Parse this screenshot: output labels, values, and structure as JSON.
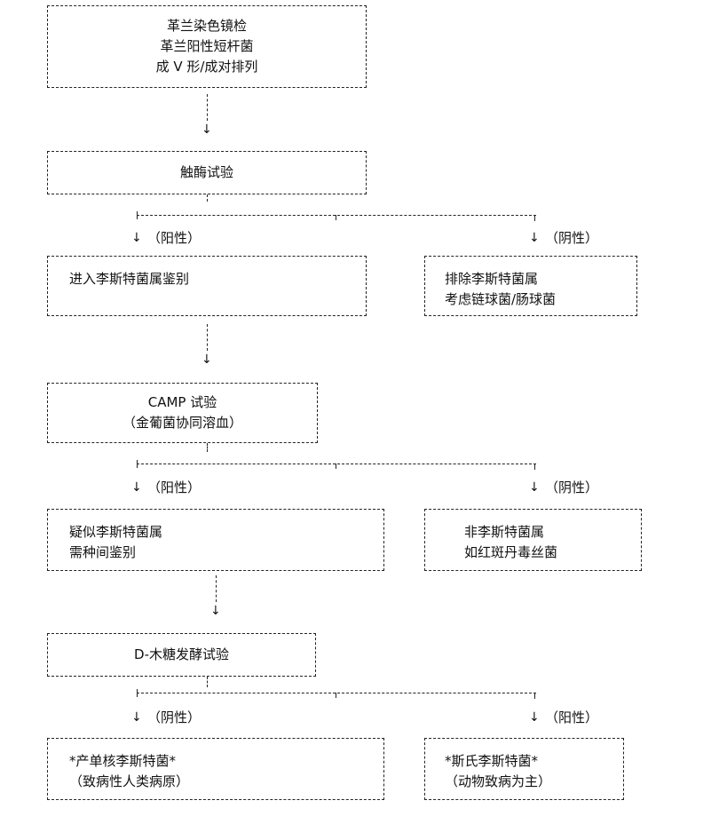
{
  "boxes": {
    "gram": [
      "革兰染色镜检",
      "革兰阳性短杆菌",
      "成 V 形/成对排列"
    ],
    "catalase": [
      "触酶试验"
    ],
    "listeria_id": [
      "进入李斯特菌属鉴别"
    ],
    "exclude": [
      "排除李斯特菌属",
      "考虑链球菌/肠球菌"
    ],
    "camp": [
      "CAMP 试验",
      "（金葡菌协同溶血）"
    ],
    "suspect": [
      "疑似李斯特菌属",
      "需种间鉴别"
    ],
    "non_listeria": [
      "非李斯特菌属",
      "如红斑丹毒丝菌"
    ],
    "xylose": [
      "D-木糖发酵试验"
    ],
    "mono": [
      "*产单核李斯特菌*",
      "（致病性人类病原）"
    ],
    "ivanovii": [
      "*斯氏李斯特菌*",
      "（动物致病为主）"
    ]
  },
  "labels": {
    "catalase_pos": "（阳性）",
    "catalase_neg": "（阴性）",
    "camp_pos": "（阳性）",
    "camp_neg": "（阴性）",
    "xylose_neg": "（阴性）",
    "xylose_pos": "（阳性）"
  },
  "arrow_glyph": "↓"
}
